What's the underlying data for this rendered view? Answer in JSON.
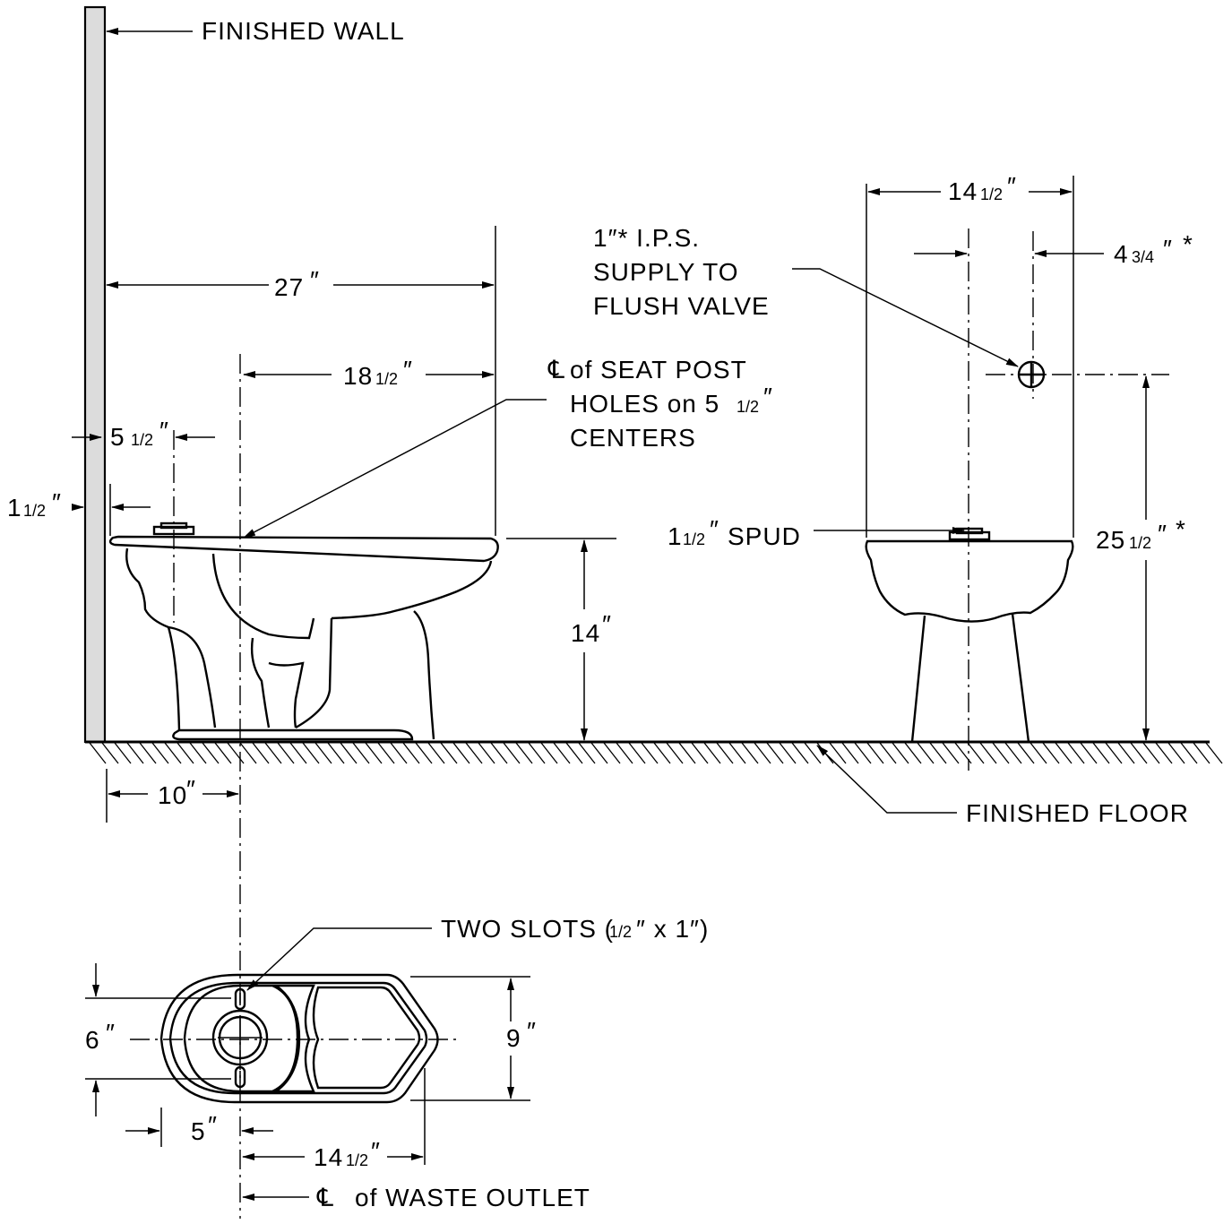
{
  "labels": {
    "finished_wall": "FINISHED WALL",
    "finished_floor": "FINISHED FLOOR",
    "seat_post_1": "of SEAT POST",
    "seat_post_2": "HOLES on 5",
    "seat_post_3": "CENTERS",
    "supply_1": "1″* I.P.S.",
    "supply_2": "SUPPLY TO",
    "supply_3": "FLUSH VALVE",
    "spud": "SPUD",
    "two_slots": "TWO SLOTS (",
    "two_slots_tail": "″ x 1″)",
    "waste_outlet": "of WASTE OUTLET",
    "centerline_symbol": "℄"
  },
  "dimensions": {
    "d27": "27",
    "d18": "18",
    "d5_seat": "5",
    "d1_wall": "1",
    "d14_height": "14",
    "d10": "10",
    "d14_front": "14",
    "d4": "4",
    "d25": "25",
    "d1_spud": "1",
    "d6": "6",
    "d9": "9",
    "d5_plan": "5",
    "d14_plan": "14",
    "inch": "″",
    "half": "1/2",
    "three_quarter": "3/4",
    "star": "*"
  }
}
